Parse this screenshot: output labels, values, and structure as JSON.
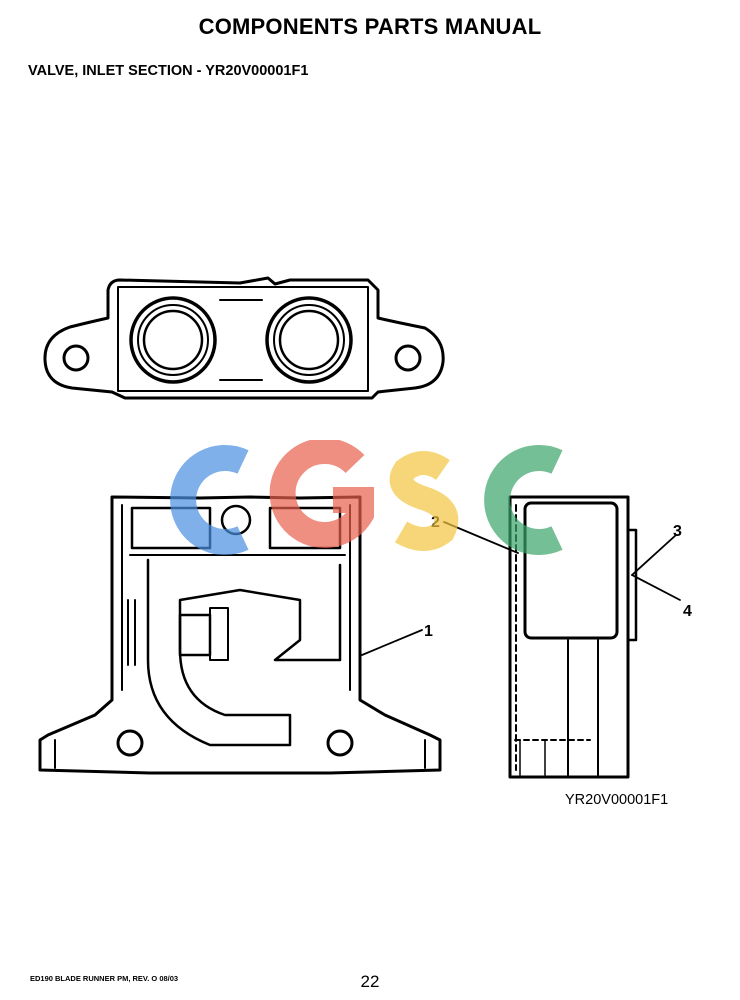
{
  "header": {
    "title": "COMPONENTS PARTS MANUAL",
    "section": "VALVE, INLET SECTION - YR20V00001F1"
  },
  "figure": {
    "id_label": "YR20V00001F1",
    "callouts": [
      "1",
      "2",
      "3",
      "4"
    ]
  },
  "watermark": {
    "text": "CGSC",
    "colors": [
      "#4a90e2",
      "#e8604e",
      "#f4c542",
      "#3aa56a"
    ]
  },
  "footer": {
    "left_text": "ED190 BLADE RUNNER PM, REV. O 08/03",
    "page_number": "22"
  }
}
